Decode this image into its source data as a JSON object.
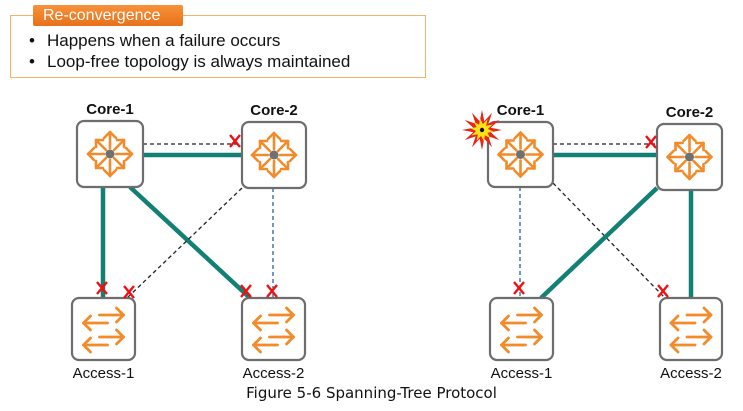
{
  "header": {
    "title": "Re-convergence",
    "bullets": [
      "Happens when a failure occurs",
      "Loop-free topology is always maintained"
    ]
  },
  "colors": {
    "active_link": "#138074",
    "blocked_link_black": "#222222",
    "blocked_link_blue": "#2f5f9e",
    "blocked_marker": "#ee1111",
    "device_icon": "#f28b2a",
    "device_border": "#6d6d6d",
    "header_tab": "#f0801f",
    "header_border": "#f6b26b"
  },
  "diagrams": [
    {
      "id": "before",
      "nodes": [
        {
          "id": "core1",
          "label": "Core-1",
          "type": "core",
          "failed": false
        },
        {
          "id": "core2",
          "label": "Core-2",
          "type": "core",
          "failed": false
        },
        {
          "id": "access1",
          "label": "Access-1",
          "type": "access",
          "failed": false
        },
        {
          "id": "access2",
          "label": "Access-2",
          "type": "access",
          "failed": false
        }
      ],
      "links": [
        {
          "from": "core1",
          "to": "core2",
          "state": "forwarding"
        },
        {
          "from": "core1",
          "to": "core2",
          "state": "blocked",
          "style": "black-dashed",
          "blocked_end": "core2"
        },
        {
          "from": "core1",
          "to": "access1",
          "state": "forwarding",
          "blocked_end": "access1"
        },
        {
          "from": "core1",
          "to": "access2",
          "state": "forwarding",
          "blocked_end": "access2"
        },
        {
          "from": "core2",
          "to": "access1",
          "state": "blocked",
          "style": "black-dashed",
          "blocked_end": "access1"
        },
        {
          "from": "core2",
          "to": "access2",
          "state": "blocked",
          "style": "blue-dashed",
          "blocked_end": "access2"
        }
      ]
    },
    {
      "id": "after",
      "nodes": [
        {
          "id": "core1",
          "label": "Core-1",
          "type": "core",
          "failed": true
        },
        {
          "id": "core2",
          "label": "Core-2",
          "type": "core",
          "failed": false
        },
        {
          "id": "access1",
          "label": "Access-1",
          "type": "access",
          "failed": false
        },
        {
          "id": "access2",
          "label": "Access-2",
          "type": "access",
          "failed": false
        }
      ],
      "links": [
        {
          "from": "core1",
          "to": "core2",
          "state": "forwarding"
        },
        {
          "from": "core1",
          "to": "core2",
          "state": "blocked",
          "style": "black-dashed",
          "blocked_end": "core2"
        },
        {
          "from": "core1",
          "to": "access1",
          "state": "blocked",
          "style": "blue-dashed",
          "blocked_end": "access1"
        },
        {
          "from": "core1",
          "to": "access2",
          "state": "blocked",
          "style": "black-dashed",
          "blocked_end": "access2"
        },
        {
          "from": "core2",
          "to": "access1",
          "state": "forwarding"
        },
        {
          "from": "core2",
          "to": "access2",
          "state": "forwarding"
        }
      ]
    }
  ],
  "caption": "Figure 5-6 Spanning-Tree Protocol"
}
